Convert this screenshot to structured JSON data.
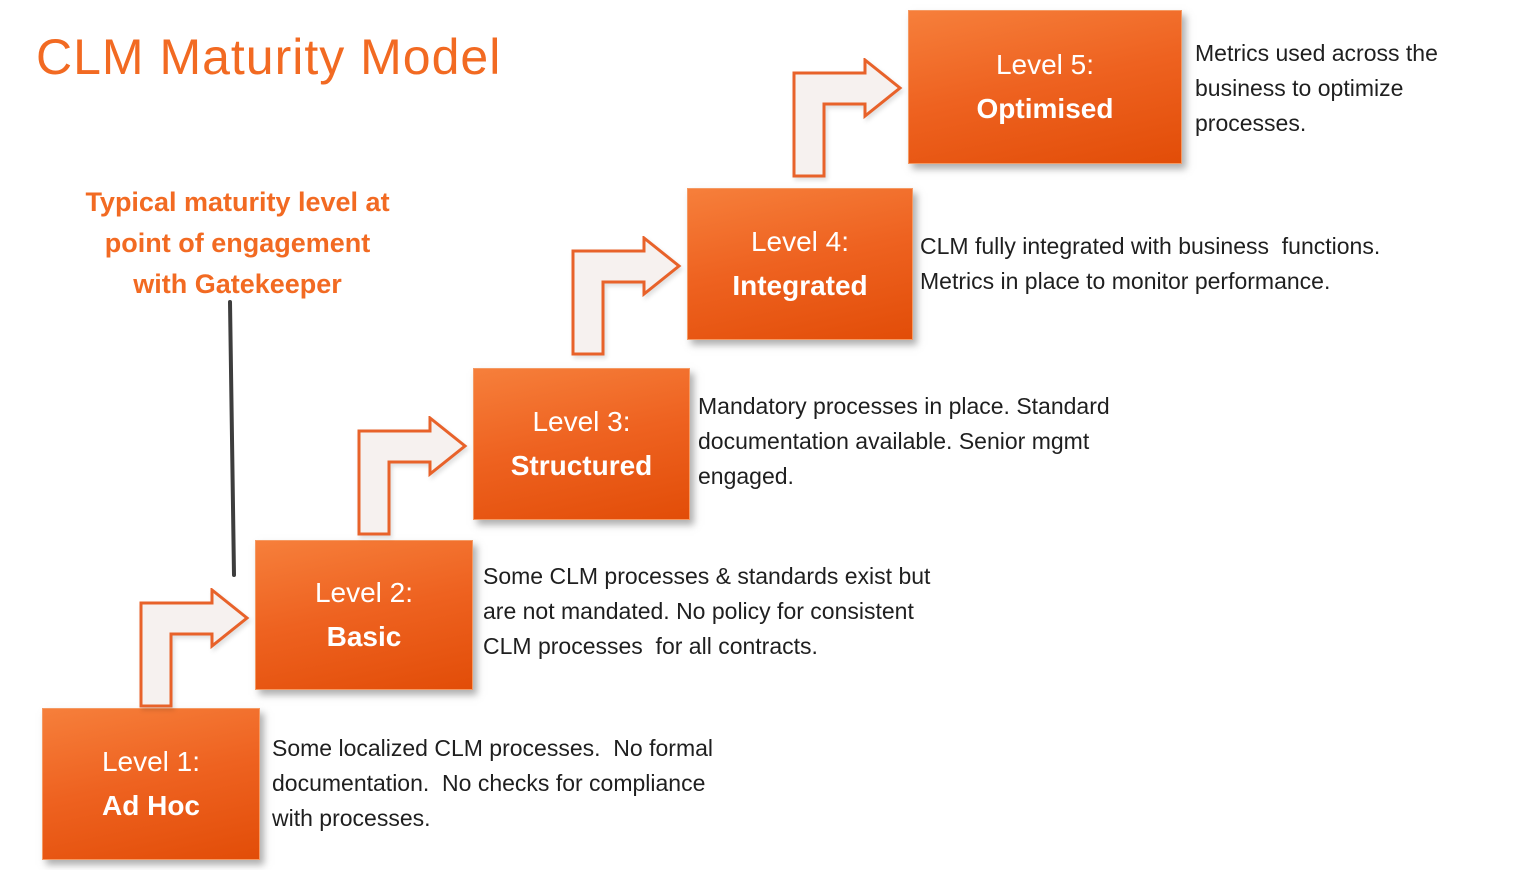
{
  "title": "CLM Maturity Model",
  "annotation": {
    "lines": [
      "Typical maturity level at",
      "point of engagement",
      "with Gatekeeper"
    ]
  },
  "levels": [
    {
      "label": "Level 1:",
      "name": "Ad Hoc",
      "description": [
        "Some localized CLM processes.  No formal",
        "documentation.  No checks for compliance",
        "with processes."
      ]
    },
    {
      "label": "Level 2:",
      "name": "Basic",
      "description": [
        "Some CLM processes & standards exist but",
        "are not mandated. No policy for consistent",
        "CLM processes  for all contracts."
      ]
    },
    {
      "label": "Level 3:",
      "name": "Structured",
      "description": [
        "Mandatory processes in place. Standard",
        "documentation available. Senior mgmt",
        "engaged."
      ]
    },
    {
      "label": "Level 4:",
      "name": "Integrated",
      "description": [
        "CLM fully integrated with business  functions.",
        "Metrics in place to monitor performance."
      ]
    },
    {
      "label": "Level 5:",
      "name": "Optimised",
      "description": [
        "Metrics used across the",
        "business to optimize",
        "processes."
      ]
    }
  ],
  "colors": {
    "accent_orange": "#F26A22",
    "box_gradient_top": "#F67F3B",
    "box_gradient_bottom": "#E24D08",
    "arrow_fill": "#F6F1EF",
    "arrow_stroke": "#E8622A",
    "text_dark": "#1F1F1F",
    "pointer_line": "#3D3D3D"
  }
}
